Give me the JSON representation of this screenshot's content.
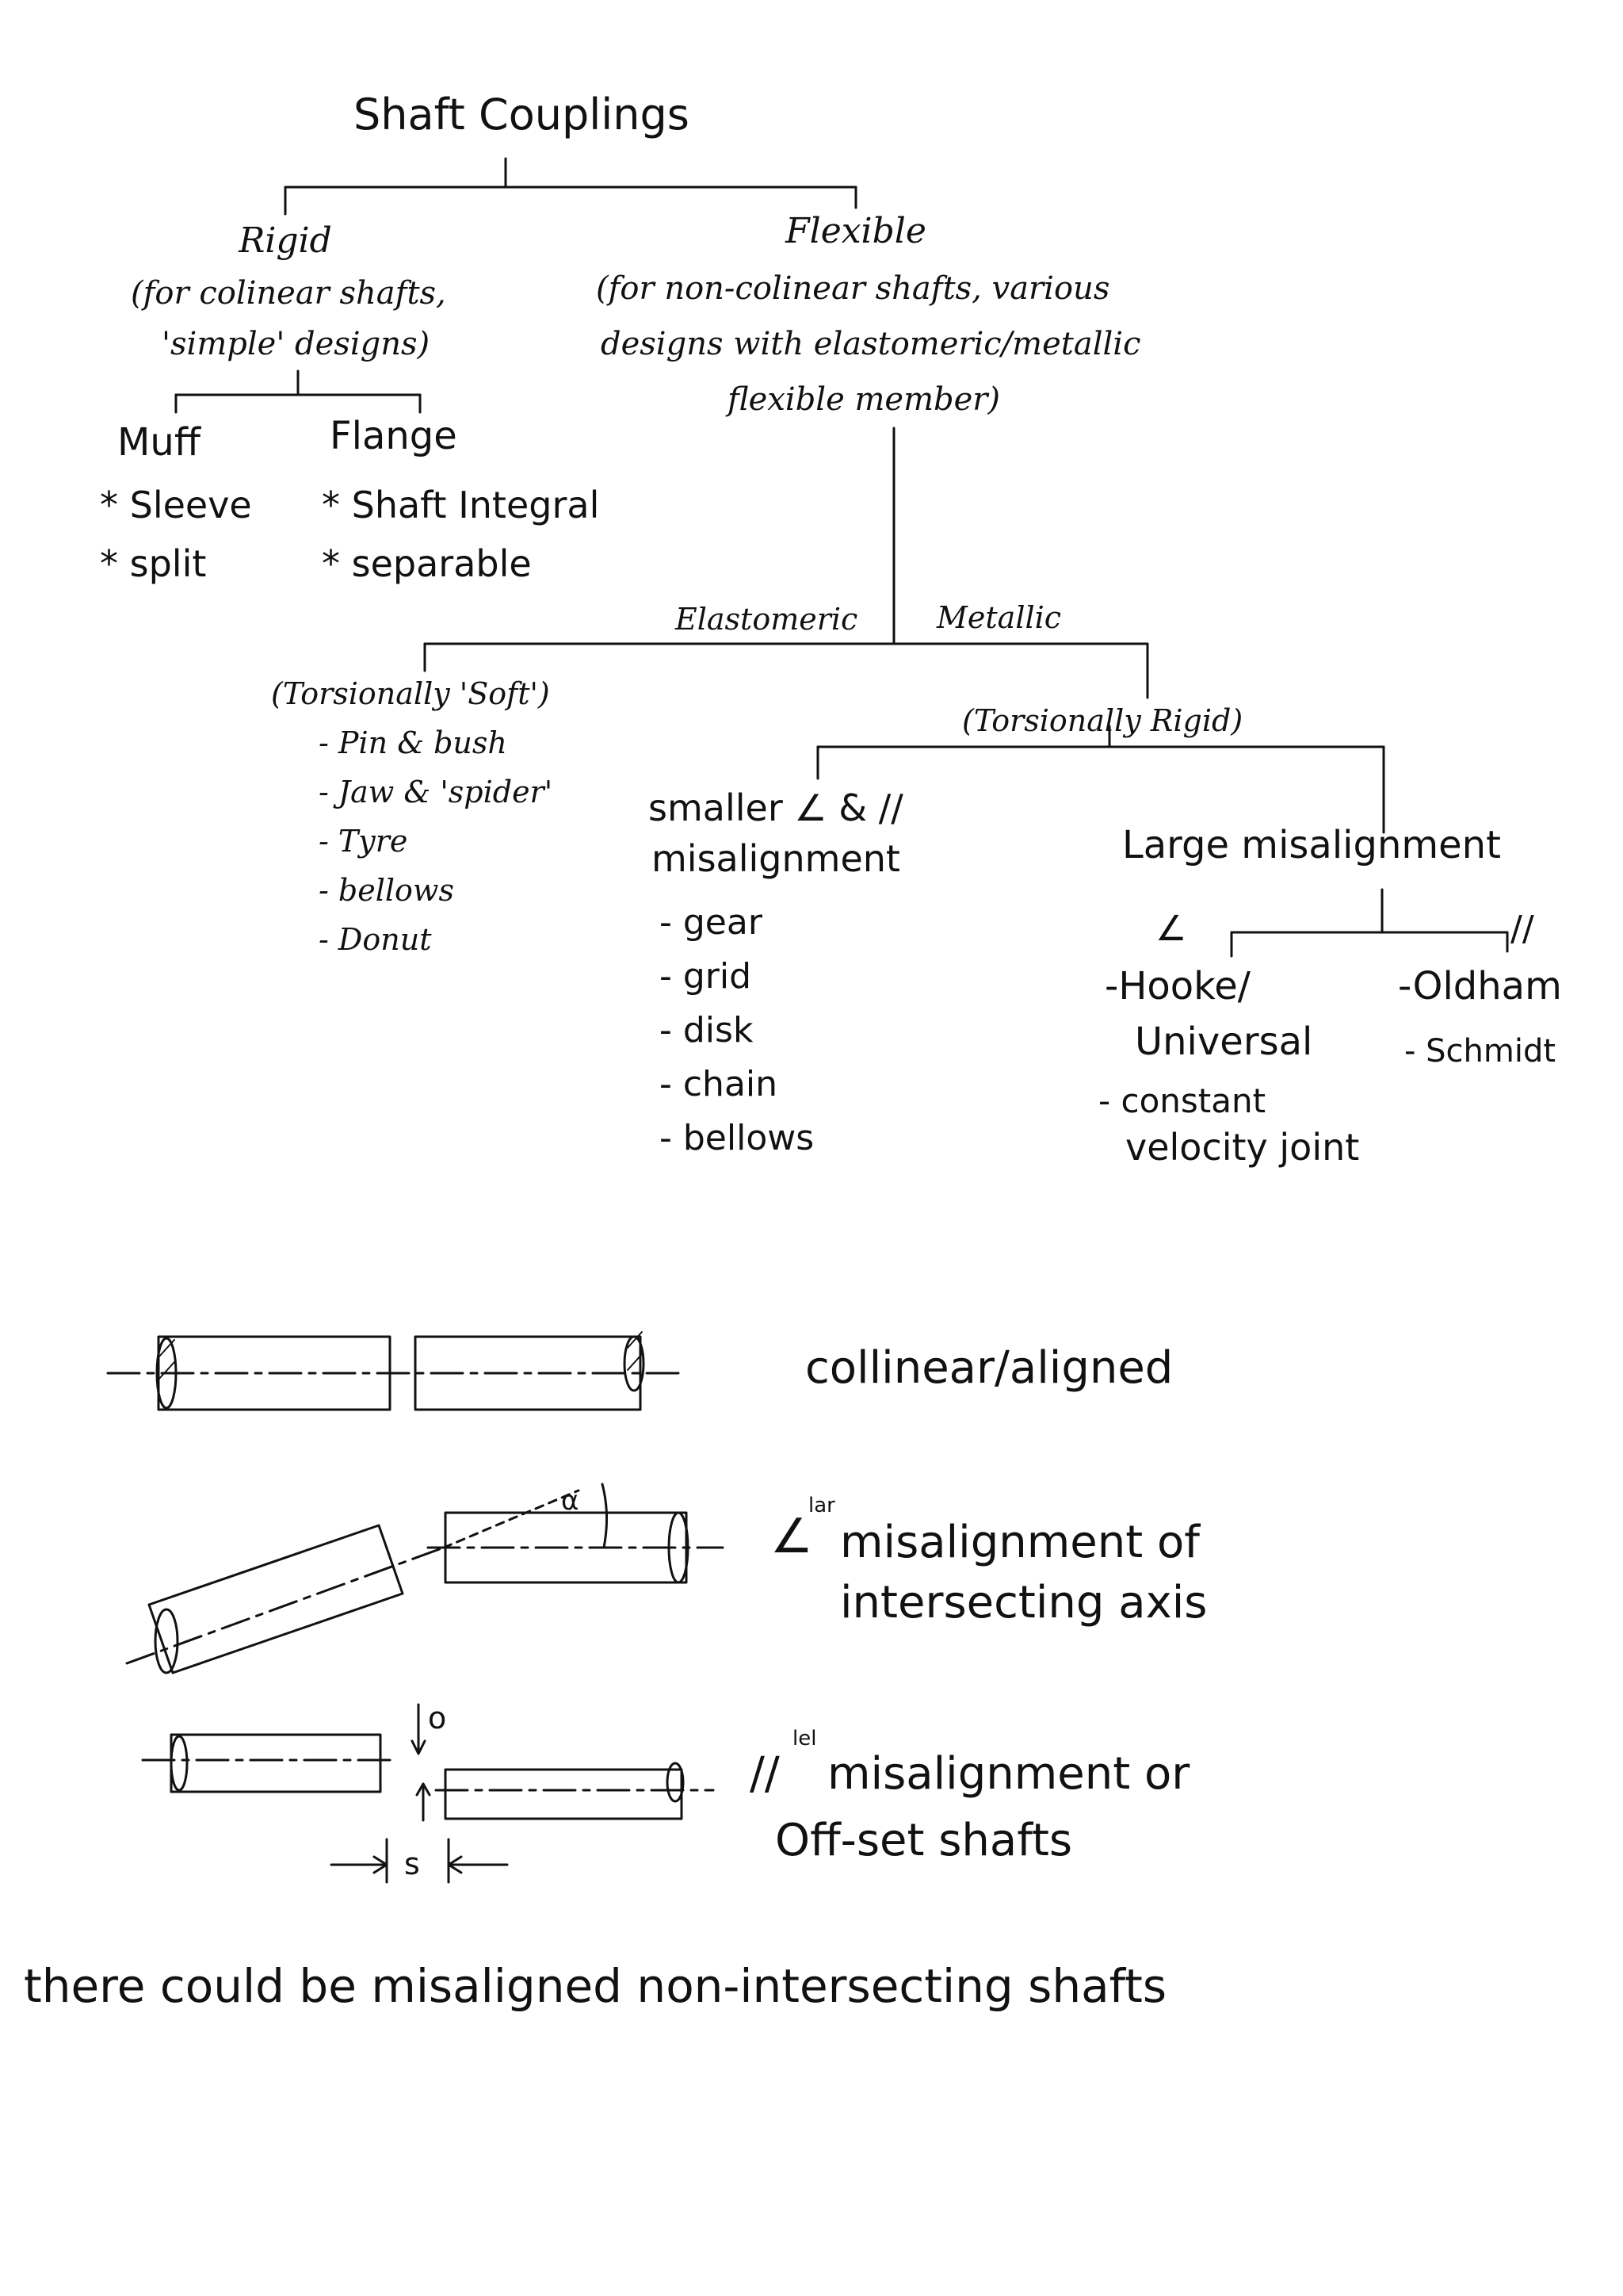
{
  "tree": {
    "root": "Shaft Couplings",
    "rigid": {
      "title": "Rigid",
      "desc_line1": "(for colinear shafts,",
      "desc_line2": "'simple' designs)",
      "muff": {
        "title": "Muff",
        "items": [
          "* Sleeve",
          "* split"
        ]
      },
      "flange": {
        "title": "Flange",
        "items": [
          "* Shaft Integral",
          "* separable"
        ]
      }
    },
    "flexible": {
      "title": "Flexible",
      "desc_line1": "(for non-colinear shafts, various",
      "desc_line2": "designs with elastomeric/metallic",
      "desc_line3": "flexible member)",
      "label_elastomeric": "Elastomeric",
      "label_metallic": "Metallic",
      "elastomeric": {
        "heading": "(Torsionally 'Soft')",
        "items": [
          "- Pin & bush",
          "- Jaw & 'spider'",
          "- Tyre",
          "- bellows",
          "- Donut"
        ]
      },
      "metallic": {
        "heading": "(Torsionally Rigid)",
        "small": {
          "line1": "smaller ∠ & //",
          "line2": "misalignment",
          "items": [
            "- gear",
            "- grid",
            "- disk",
            "- chain",
            "- bellows"
          ]
        },
        "large": {
          "title": "Large misalignment",
          "angular_symbol": "∠",
          "parallel_symbol": "//",
          "angular_line1": "-Hooke/",
          "angular_line2": "Universal",
          "angular_line3": "- constant",
          "angular_line4": "velocity joint",
          "parallel_item1": "-Oldham",
          "parallel_item2": "- Schmidt"
        }
      }
    }
  },
  "sketches": {
    "collinear_label": "collinear/aligned",
    "alpha_symbol": "α",
    "angular_prefix": "∠",
    "angular_sup": "lar",
    "angular_line1": "misalignment of",
    "angular_line2": "intersecting axis",
    "offset_symbol": "o",
    "parallel_prefix": "//",
    "parallel_sup": "lel",
    "parallel_line1": "misalignment or",
    "parallel_line2": "Off-set shafts",
    "spacing_symbol": "s"
  },
  "footer_note": "there could be misaligned non-intersecting shafts"
}
